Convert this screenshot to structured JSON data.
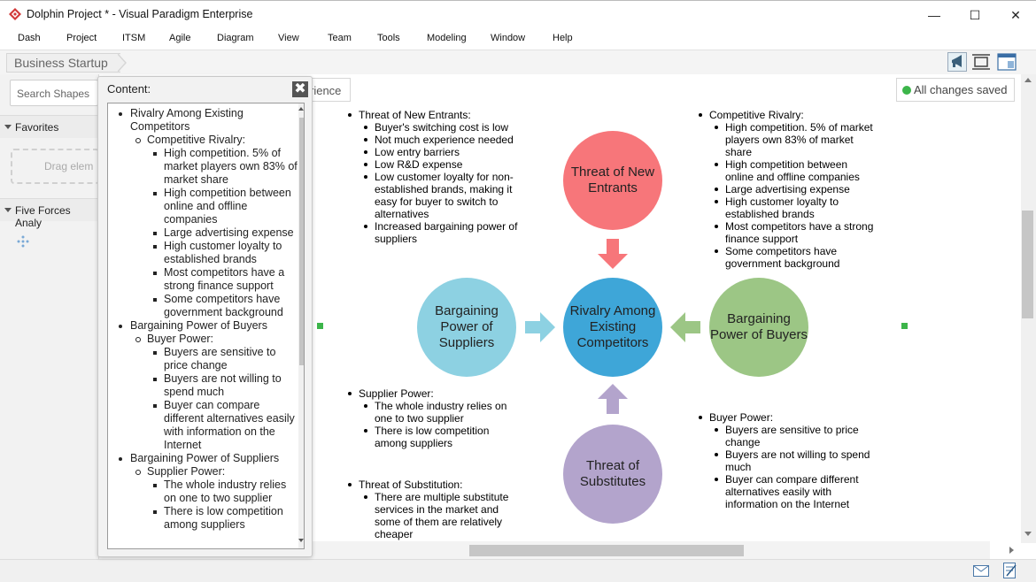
{
  "window": {
    "title": "Dolphin Project * - Visual Paradigm Enterprise",
    "minimize": "—",
    "maximize": "☐",
    "close": "✕"
  },
  "menu": [
    "Dash",
    "Project",
    "ITSM",
    "Agile",
    "Diagram",
    "View",
    "Team",
    "Tools",
    "Modeling",
    "Window",
    "Help"
  ],
  "breadcrumb": "Business Startup",
  "left_panel": {
    "search_placeholder": "Search Shapes",
    "favorites": "Favorites",
    "drag_hint": "Drag elem",
    "five_forces": "Five Forces Analy"
  },
  "canvas_header": {
    "tab_fragment": "rience",
    "save_status": "All changes saved"
  },
  "colors": {
    "new_entrants": "#f7767a",
    "rivalry": "#3ea6d8",
    "suppliers": "#8dd1e2",
    "buyers": "#9cc685",
    "substitutes": "#b3a4cc",
    "saved_dot": "#3cb54a"
  },
  "diagram": {
    "circles": {
      "new_entrants": "Threat of New Entrants",
      "rivalry": "Rivalry Among Existing Competitors",
      "suppliers": "Bargaining Power of Suppliers",
      "buyers": "Bargaining Power of Buyers",
      "substitutes": "Threat of Substitutes"
    },
    "new_entrants_notes": {
      "title": "Threat of New Entrants:",
      "items": [
        "Buyer's switching cost is low",
        "Not much experience needed",
        "Low entry barriers",
        "Low R&D expense",
        "Low customer loyalty for non-established brands, making it easy for buyer to switch to alternatives",
        "Increased bargaining power of suppliers"
      ]
    },
    "rivalry_notes": {
      "title": "Competitive Rivalry:",
      "items": [
        "High competition. 5% of market players own 83% of market share",
        "High competition between online and offline companies",
        "Large advertising expense",
        "High customer loyalty to established brands",
        "Most competitors have a strong finance support",
        "Some competitors have government background"
      ]
    },
    "supplier_notes": {
      "title": "Supplier Power:",
      "items": [
        "The whole industry relies on one to two supplier",
        "There is low competition among suppliers"
      ]
    },
    "buyer_notes": {
      "title": "Buyer Power:",
      "items": [
        "Buyers are sensitive to price change",
        "Buyers are not willing to spend much",
        "Buyer can compare different alternatives easily with information on the Internet"
      ]
    },
    "substitution_notes": {
      "title": "Threat of Substitution:",
      "items": [
        "There are multiple substitute services in the market and some of them are relatively cheaper"
      ]
    }
  },
  "content_popup": {
    "title": "Content:",
    "close": "✖",
    "tree": [
      {
        "level": 1,
        "text": "Rivalry Among Existing Competitors"
      },
      {
        "level": 2,
        "text": "Competitive Rivalry:"
      },
      {
        "level": 3,
        "text": "High competition. 5% of market players own 83% of market share"
      },
      {
        "level": 3,
        "text": "High competition between online and offline companies"
      },
      {
        "level": 3,
        "text": "Large advertising expense"
      },
      {
        "level": 3,
        "text": "High customer loyalty to established brands"
      },
      {
        "level": 3,
        "text": "Most competitors have a strong finance support"
      },
      {
        "level": 3,
        "text": "Some competitors have government background"
      },
      {
        "level": 1,
        "text": "Bargaining Power of Buyers"
      },
      {
        "level": 2,
        "text": "Buyer Power:"
      },
      {
        "level": 3,
        "text": "Buyers are sensitive to price change"
      },
      {
        "level": 3,
        "text": "Buyers are not willing to spend much"
      },
      {
        "level": 3,
        "text": "Buyer can compare different alternatives easily with information on the Internet"
      },
      {
        "level": 1,
        "text": "Bargaining Power of Suppliers"
      },
      {
        "level": 2,
        "text": "Supplier Power:"
      },
      {
        "level": 3,
        "text": "The whole industry relies on one to two supplier"
      },
      {
        "level": 3,
        "text": "There is low competition among suppliers"
      }
    ]
  }
}
